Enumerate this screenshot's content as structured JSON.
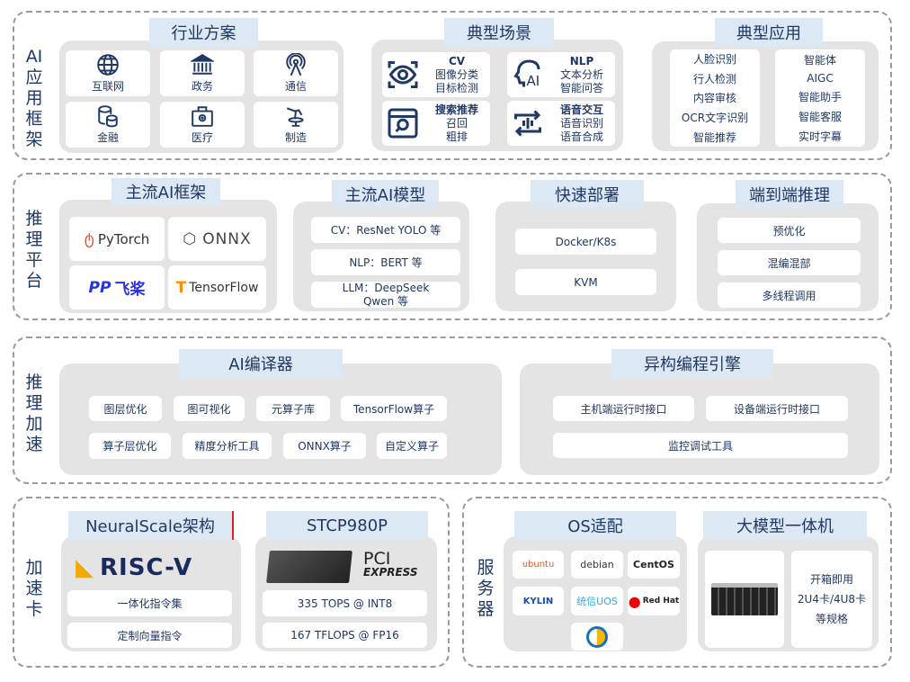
{
  "s1": {
    "label": "AI应用框架",
    "industry": {
      "title": "行业方案",
      "items": [
        {
          "label": "互联网",
          "icon": "globe-icon"
        },
        {
          "label": "政务",
          "icon": "government-building-icon"
        },
        {
          "label": "通信",
          "icon": "antenna-icon"
        },
        {
          "label": "金融",
          "icon": "coins-icon"
        },
        {
          "label": "医疗",
          "icon": "medical-kit-icon"
        },
        {
          "label": "制造",
          "icon": "robot-arm-icon"
        }
      ]
    },
    "scenes": {
      "title": "典型场景",
      "items": [
        {
          "title": "CV",
          "lines": [
            "图像分类",
            "目标检测"
          ],
          "icon": "eye-scan-icon"
        },
        {
          "title": "NLP",
          "lines": [
            "文本分析",
            "智能问答"
          ],
          "icon": "ai-head-icon"
        },
        {
          "title": "搜索推荐",
          "lines": [
            "召回",
            "粗排"
          ],
          "icon": "browser-search-icon"
        },
        {
          "title": "语音交互",
          "lines": [
            "语音识别",
            "语音合成"
          ],
          "icon": "voice-exchange-icon"
        }
      ]
    },
    "apps": {
      "title": "典型应用",
      "left": [
        "人脸识别",
        "行人检测",
        "内容审核",
        "OCR文字识别",
        "智能推荐"
      ],
      "right": [
        "智能体",
        "AIGC",
        "智能助手",
        "智能客服",
        "实时字幕"
      ]
    }
  },
  "s2": {
    "label": "推理平台",
    "frameworks": {
      "title": "主流AI框架",
      "items": [
        "PyTorch",
        "ONNX",
        "飞桨",
        "TensorFlow"
      ]
    },
    "models": {
      "title": "主流AI模型",
      "items": [
        "CV：ResNet YOLO 等",
        "NLP：BERT 等",
        "LLM：DeepSeek Qwen 等"
      ]
    },
    "deploy": {
      "title": "快速部署",
      "items": [
        "Docker/K8s",
        "KVM"
      ]
    },
    "e2e": {
      "title": "端到端推理",
      "items": [
        "预优化",
        "混编混部",
        "多线程调用"
      ]
    }
  },
  "s3": {
    "label": "推理加速",
    "compiler": {
      "title": "AI编译器",
      "row1": [
        "图层优化",
        "图可视化",
        "元算子库",
        "TensorFlow算子"
      ],
      "row2": [
        "算子层优化",
        "精度分析工具",
        "ONNX算子",
        "自定义算子"
      ]
    },
    "hetero": {
      "title": "异构编程引擎",
      "row1": [
        "主机端运行时接口",
        "设备端运行时接口"
      ],
      "row2": [
        "监控调试工具"
      ]
    }
  },
  "s4": {
    "label": "加速卡",
    "neural": {
      "title": "NeuralScale架构",
      "logo": "RISC-V",
      "items": [
        "一体化指令集",
        "定制向量指令"
      ]
    },
    "card": {
      "title": "STCP980P",
      "logo_top": "PCI",
      "logo_bottom": "EXPRESS",
      "items": [
        "335 TOPS @ INT8",
        "167 TFLOPS @ FP16"
      ]
    }
  },
  "s5": {
    "label": "服务器",
    "os": {
      "title": "OS适配",
      "items": [
        "ubuntu",
        "debian",
        "CentOS",
        "KYLIN",
        "统信UOS",
        "Red Hat",
        ""
      ]
    },
    "aio": {
      "title": "大模型一体机",
      "lines": [
        "开箱即用",
        "2U4卡/4U8卡",
        "等规格"
      ]
    }
  },
  "colors": {
    "text": "#1f3864",
    "header": "#dce8f4",
    "panel": "#e4e4e4",
    "dash": "#9a9a9a"
  }
}
